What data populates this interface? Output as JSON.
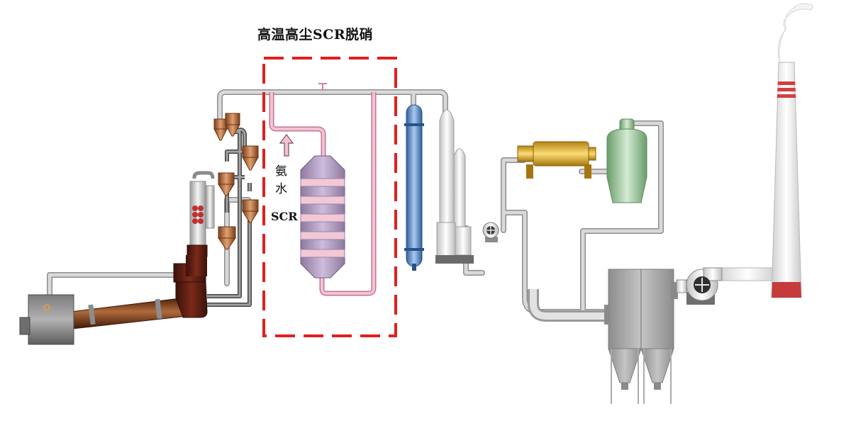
{
  "diagram": {
    "title": "高温高尘SCR脱硝",
    "ammonia_label": [
      "氨",
      "水"
    ],
    "scr_label": "SCR"
  },
  "colors": {
    "pipe": "#c8c8c8",
    "pipe_outline": "#9a9a9a",
    "dark_pipe": "#555555",
    "kiln": "#7a3a1e",
    "cyclone": "#b56a3a",
    "scr_zone_border": "#e0201e",
    "ammonia_pipe": "#e39ab2",
    "catalyst_body": "#b6a0c4",
    "catalyst_layer": "#f2c8d6",
    "heat_exchanger": "#6f9fd8",
    "blower_housing": "#e0b030",
    "filter_vessel": "#a8d2a8",
    "baghouse": "#a8a8a8",
    "stack_band": "#d04040"
  },
  "icons": [
    "kiln",
    "cyclone",
    "fan",
    "chimney",
    "steam-plume"
  ]
}
